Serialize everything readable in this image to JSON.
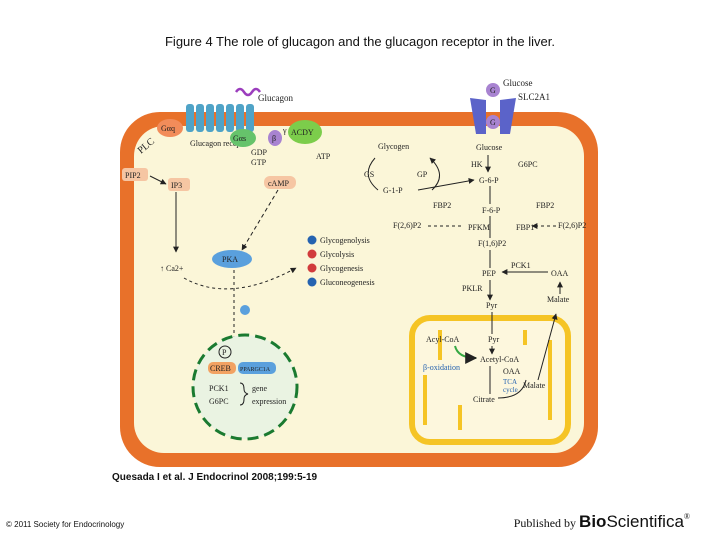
{
  "title": "Figure 4 The role of glucagon and the glucagon receptor in the liver.",
  "citation": "Quesada I et al. J Endocrinol 2008;199:5-19",
  "copyright": "© 2011 Society for Endocrinology",
  "publisher": {
    "prefix": "Published by ",
    "bio": "Bio",
    "sci": "Scientifica",
    "mark": "®"
  },
  "colors": {
    "cell_membrane": "#e8712a",
    "cytoplasm": "#fbf6d8",
    "nucleus": "#1a7a30",
    "mitochondrion": "#f5c425",
    "receptor": "#4fa3c7",
    "glucose_transporter": "#5b63c9",
    "activation": "#2563b0",
    "inhibition": "#d13b3b"
  },
  "diagram": {
    "glucagon": "Glucagon",
    "glucagon_receptor": "Glucagon receptor",
    "gas": "Gαs",
    "beta": "β",
    "gamma": "γ",
    "gq": "Gαq",
    "plc": "PLC",
    "pip2": "PIP2",
    "ip3": "IP3",
    "acdy": "ACDY",
    "gdp": "GDP",
    "gtp": "GTP",
    "atp": "ATP",
    "camp": "cAMP",
    "pka": "PKA",
    "ca": "↑ Ca2+",
    "glucose_out": "Glucose",
    "slc2a1": "SLC2A1",
    "g_letter": "G",
    "glycogen": "Glycogen",
    "gs": "GS",
    "gp": "GP",
    "g1p": "G-1-P",
    "glucose_in": "Glucose",
    "hk": "HK",
    "g6pc": "G6PC",
    "g6p": "G-6-P",
    "fbp2_left": "FBP2",
    "fbp2_right": "FBP2",
    "f6p": "F-6-P",
    "f26p2_left": "F(2,6)P2",
    "f26p2_right": "F(2,6)P2",
    "pfkm": "PFKM",
    "fbp1": "FBP1",
    "f16p2": "F(1,6)P2",
    "pck1": "PCK1",
    "pep": "PEP",
    "oaa": "OAA",
    "pklr": "PKLR",
    "malate": "Malate",
    "pyr": "Pyr",
    "effects": [
      "Glycogenolysis",
      "Glycolysis",
      "Glycogenesis",
      "Gluconeogenesis"
    ],
    "effect_signs": [
      "+",
      "−",
      "−",
      "+"
    ],
    "creb": "CREB",
    "ppargc1a": "PPARGC1A",
    "pck1_gene": "PCK1",
    "g6pc_gene": "G6PC",
    "gene": "gene",
    "expression": "expression",
    "acyl_coa": "Acyl-CoA",
    "pyr_mito": "Pyr",
    "acetyl_coa": "Acetyl-CoA",
    "beta_oxidation": "β-oxidation",
    "oaa_mito": "OAA",
    "tca": "TCA",
    "cycle": "cycle",
    "malate_mito": "Malate",
    "citrate": "Citrate",
    "p_label": "P"
  }
}
